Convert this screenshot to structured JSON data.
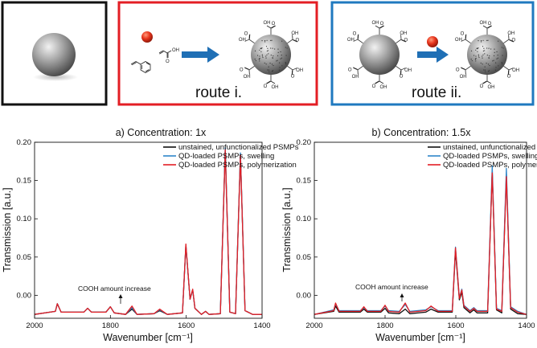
{
  "routes": [
    {
      "label": "route i.",
      "border_color": "#e31e24"
    },
    {
      "label": "route ii.",
      "border_color": "#1f79bf"
    }
  ],
  "chem_labels": {
    "carboxyl_top": "OH",
    "carboxyl_bottom": "O",
    "acrylic_oh": "OH",
    "acrylic_o": "O"
  },
  "annotation": "COOH amount increase",
  "chart_data": [
    {
      "type": "line",
      "title": "a) Concentration: 1x",
      "xlabel": "Wavenumber [cm⁻¹]",
      "ylabel": "Transmission [a.u.]",
      "xlim": [
        2000,
        1400
      ],
      "ylim": [
        -0.03,
        0.2
      ],
      "xticks": [
        "2000",
        "1800",
        "1600",
        "1400"
      ],
      "yticks": [
        "0.00",
        "0.05",
        "0.10",
        "0.15",
        "0.20"
      ],
      "legend_position": "top-right",
      "series": [
        {
          "name": "unstained, unfunctionalized PSMPs",
          "color": "#111111",
          "x": [
            2000,
            1945,
            1940,
            1930,
            1870,
            1860,
            1850,
            1812,
            1800,
            1790,
            1760,
            1743,
            1730,
            1685,
            1670,
            1650,
            1610,
            1601,
            1590,
            1583,
            1577,
            1560,
            1549,
            1540,
            1510,
            1497,
            1485,
            1470,
            1457,
            1445,
            1425,
            1400
          ],
          "y": [
            -0.025,
            -0.021,
            -0.011,
            -0.022,
            -0.022,
            -0.017,
            -0.022,
            -0.022,
            -0.015,
            -0.023,
            -0.025,
            -0.018,
            -0.025,
            -0.024,
            -0.02,
            -0.025,
            -0.023,
            0.065,
            -0.005,
            0.007,
            -0.017,
            -0.025,
            -0.021,
            -0.025,
            -0.024,
            0.192,
            -0.022,
            -0.024,
            0.185,
            -0.02,
            -0.025,
            -0.025
          ]
        },
        {
          "name": "QD-loaded PSMPs, swelling",
          "color": "#2e86c9",
          "x": [
            2000,
            1945,
            1940,
            1930,
            1870,
            1860,
            1850,
            1812,
            1800,
            1790,
            1760,
            1743,
            1730,
            1685,
            1670,
            1650,
            1610,
            1601,
            1590,
            1583,
            1577,
            1560,
            1549,
            1540,
            1510,
            1497,
            1485,
            1470,
            1457,
            1445,
            1425,
            1400
          ],
          "y": [
            -0.025,
            -0.021,
            -0.011,
            -0.022,
            -0.022,
            -0.017,
            -0.022,
            -0.022,
            -0.015,
            -0.023,
            -0.025,
            -0.016,
            -0.025,
            -0.024,
            -0.019,
            -0.025,
            -0.023,
            0.066,
            -0.005,
            0.007,
            -0.017,
            -0.025,
            -0.021,
            -0.025,
            -0.024,
            0.193,
            -0.022,
            -0.024,
            0.186,
            -0.02,
            -0.025,
            -0.025
          ]
        },
        {
          "name": "QD-loaded PSMPs, polymerization",
          "color": "#e31e24",
          "x": [
            2000,
            1945,
            1940,
            1930,
            1870,
            1860,
            1850,
            1812,
            1800,
            1790,
            1760,
            1743,
            1730,
            1685,
            1670,
            1650,
            1610,
            1601,
            1590,
            1583,
            1577,
            1560,
            1549,
            1540,
            1510,
            1497,
            1485,
            1470,
            1457,
            1445,
            1425,
            1400
          ],
          "y": [
            -0.025,
            -0.021,
            -0.011,
            -0.022,
            -0.022,
            -0.017,
            -0.022,
            -0.022,
            -0.015,
            -0.023,
            -0.025,
            -0.014,
            -0.025,
            -0.024,
            -0.018,
            -0.025,
            -0.023,
            0.067,
            -0.005,
            0.008,
            -0.017,
            -0.025,
            -0.021,
            -0.025,
            -0.024,
            0.19,
            -0.022,
            -0.024,
            0.183,
            -0.02,
            -0.025,
            -0.025
          ]
        }
      ]
    },
    {
      "type": "line",
      "title": "b) Concentration: 1.5x",
      "xlabel": "Wavenumber [cm⁻¹]",
      "ylabel": "Transmission [a.u.]",
      "xlim": [
        2000,
        1400
      ],
      "ylim": [
        -0.03,
        0.2
      ],
      "xticks": [
        "2000",
        "1800",
        "1600",
        "1400"
      ],
      "yticks": [
        "0.00",
        "0.05",
        "0.10",
        "0.15",
        "0.20"
      ],
      "legend_position": "top-right",
      "series": [
        {
          "name": "unstained, unfunctionalized PSMPs",
          "color": "#111111",
          "x": [
            2000,
            1945,
            1940,
            1930,
            1870,
            1860,
            1850,
            1812,
            1800,
            1790,
            1760,
            1743,
            1730,
            1685,
            1670,
            1650,
            1610,
            1601,
            1590,
            1583,
            1577,
            1560,
            1549,
            1540,
            1510,
            1497,
            1485,
            1470,
            1457,
            1445,
            1425,
            1400
          ],
          "y": [
            -0.025,
            -0.021,
            -0.014,
            -0.022,
            -0.022,
            -0.018,
            -0.022,
            -0.022,
            -0.017,
            -0.023,
            -0.024,
            -0.018,
            -0.024,
            -0.022,
            -0.018,
            -0.022,
            -0.022,
            0.058,
            -0.006,
            0.004,
            -0.016,
            -0.023,
            -0.019,
            -0.023,
            -0.023,
            0.162,
            -0.019,
            -0.023,
            0.158,
            -0.018,
            -0.024,
            -0.025
          ]
        },
        {
          "name": "QD-loaded PSMPs, swelling",
          "color": "#2e86c9",
          "x": [
            2000,
            1945,
            1940,
            1930,
            1870,
            1860,
            1850,
            1812,
            1800,
            1790,
            1760,
            1743,
            1730,
            1685,
            1670,
            1650,
            1610,
            1601,
            1590,
            1583,
            1577,
            1560,
            1549,
            1540,
            1510,
            1497,
            1485,
            1470,
            1457,
            1445,
            1425,
            1400
          ],
          "y": [
            -0.025,
            -0.019,
            -0.011,
            -0.02,
            -0.02,
            -0.016,
            -0.02,
            -0.02,
            -0.014,
            -0.02,
            -0.021,
            -0.012,
            -0.021,
            -0.019,
            -0.015,
            -0.02,
            -0.02,
            0.063,
            -0.003,
            0.008,
            -0.013,
            -0.02,
            -0.016,
            -0.02,
            -0.02,
            0.169,
            -0.017,
            -0.02,
            0.166,
            -0.015,
            -0.021,
            -0.025
          ]
        },
        {
          "name": "QD-loaded PSMPs, polymerization",
          "color": "#e31e24",
          "x": [
            2000,
            1945,
            1940,
            1930,
            1870,
            1860,
            1850,
            1812,
            1800,
            1790,
            1760,
            1743,
            1730,
            1685,
            1670,
            1650,
            1610,
            1601,
            1590,
            1583,
            1577,
            1560,
            1549,
            1540,
            1510,
            1497,
            1485,
            1470,
            1457,
            1445,
            1425,
            1400
          ],
          "y": [
            -0.025,
            -0.02,
            -0.01,
            -0.021,
            -0.021,
            -0.015,
            -0.021,
            -0.021,
            -0.013,
            -0.021,
            -0.022,
            -0.01,
            -0.022,
            -0.02,
            -0.014,
            -0.021,
            -0.021,
            0.062,
            -0.004,
            0.007,
            -0.014,
            -0.021,
            -0.017,
            -0.021,
            -0.021,
            0.16,
            -0.018,
            -0.021,
            0.155,
            -0.016,
            -0.022,
            -0.025
          ]
        }
      ]
    }
  ]
}
